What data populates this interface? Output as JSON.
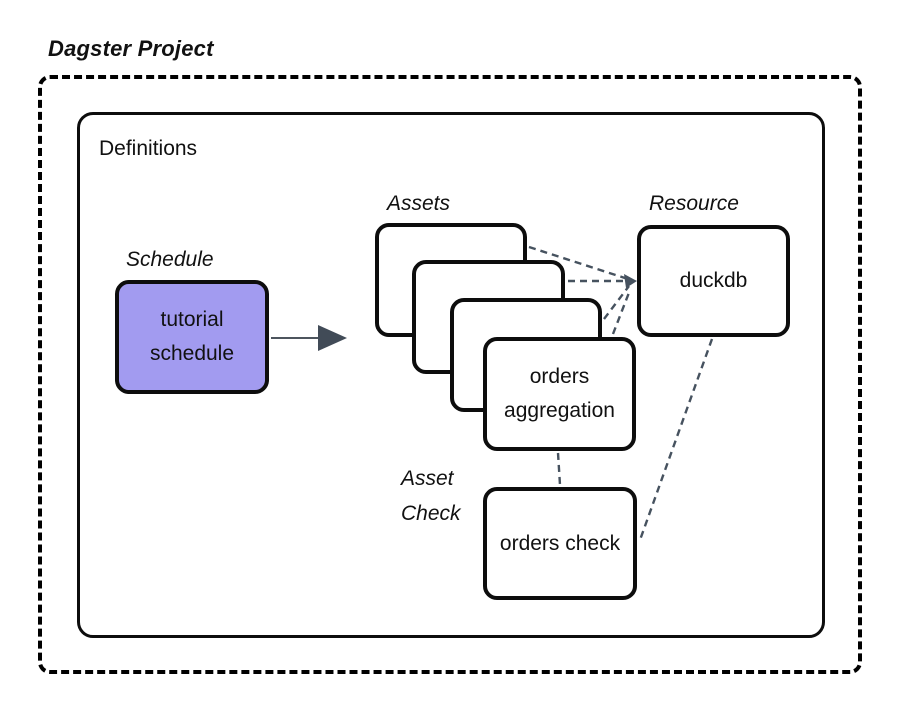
{
  "title": "Dagster Project",
  "colors": {
    "node_border": "#0d0d0d",
    "schedule_fill": "#a29bf0",
    "connector": "#46525f",
    "arrow": "#414b57",
    "outer_border": "#000000"
  },
  "definitions": {
    "label": "Definitions"
  },
  "schedule": {
    "label": "Schedule",
    "node": "tutorial schedule"
  },
  "assets": {
    "label": "Assets",
    "stack_count": 4,
    "front_node": "orders aggregation"
  },
  "resource": {
    "label": "Resource",
    "node": "duckdb"
  },
  "asset_check": {
    "label": "Asset Check",
    "node": "orders check"
  }
}
